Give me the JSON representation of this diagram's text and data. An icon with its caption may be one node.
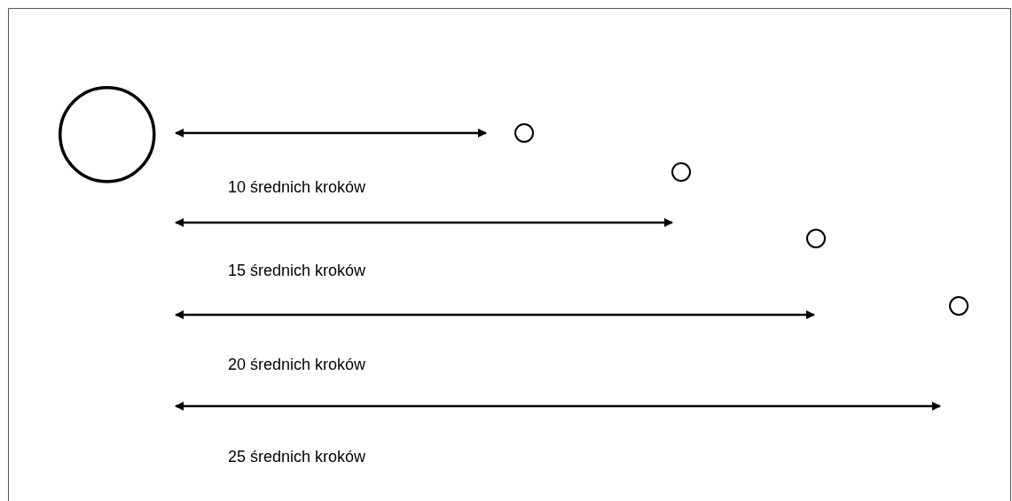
{
  "diagram": {
    "nodes": [
      {
        "text": [],
        "shape": "circle"
      },
      {
        "text": [],
        "shape": "circle"
      },
      {
        "text": [],
        "shape": "circle"
      },
      {
        "text": [],
        "shape": "circle"
      },
      {
        "text": [],
        "shape": "circle"
      }
    ],
    "labels": [
      "10 średnich kroków",
      "15 średnich kroków",
      "20 średnich kroków",
      "25 średnich kroków"
    ]
  }
}
